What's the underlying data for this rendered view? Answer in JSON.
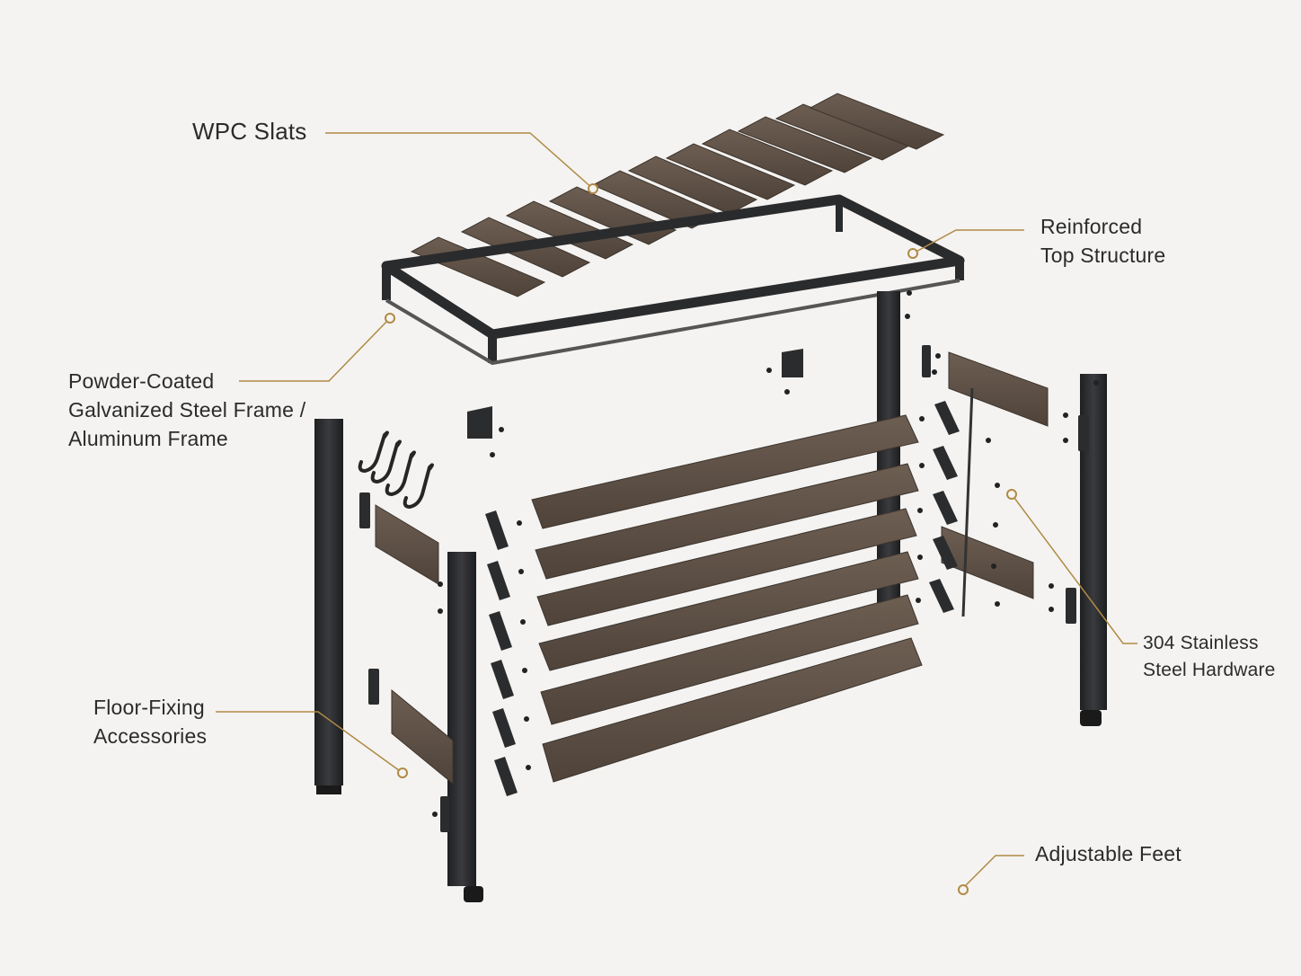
{
  "callouts": {
    "wpc_slats": [
      "WPC Slats"
    ],
    "top_structure": [
      "Reinforced",
      "Top Structure"
    ],
    "frame": [
      "Powder-Coated",
      "Galvanized Steel Frame /",
      "Aluminum Frame"
    ],
    "hardware": [
      "304 Stainless",
      "Steel Hardware"
    ],
    "floor_fixing": [
      "Floor-Fixing",
      "Accessories"
    ],
    "feet": [
      "Adjustable Feet"
    ]
  },
  "colors": {
    "background": "#f4f3f1",
    "leader_line": "#b08a45",
    "steel": "#2e2f31",
    "wood": "#5b4d42",
    "text": "#2b2b2b"
  }
}
